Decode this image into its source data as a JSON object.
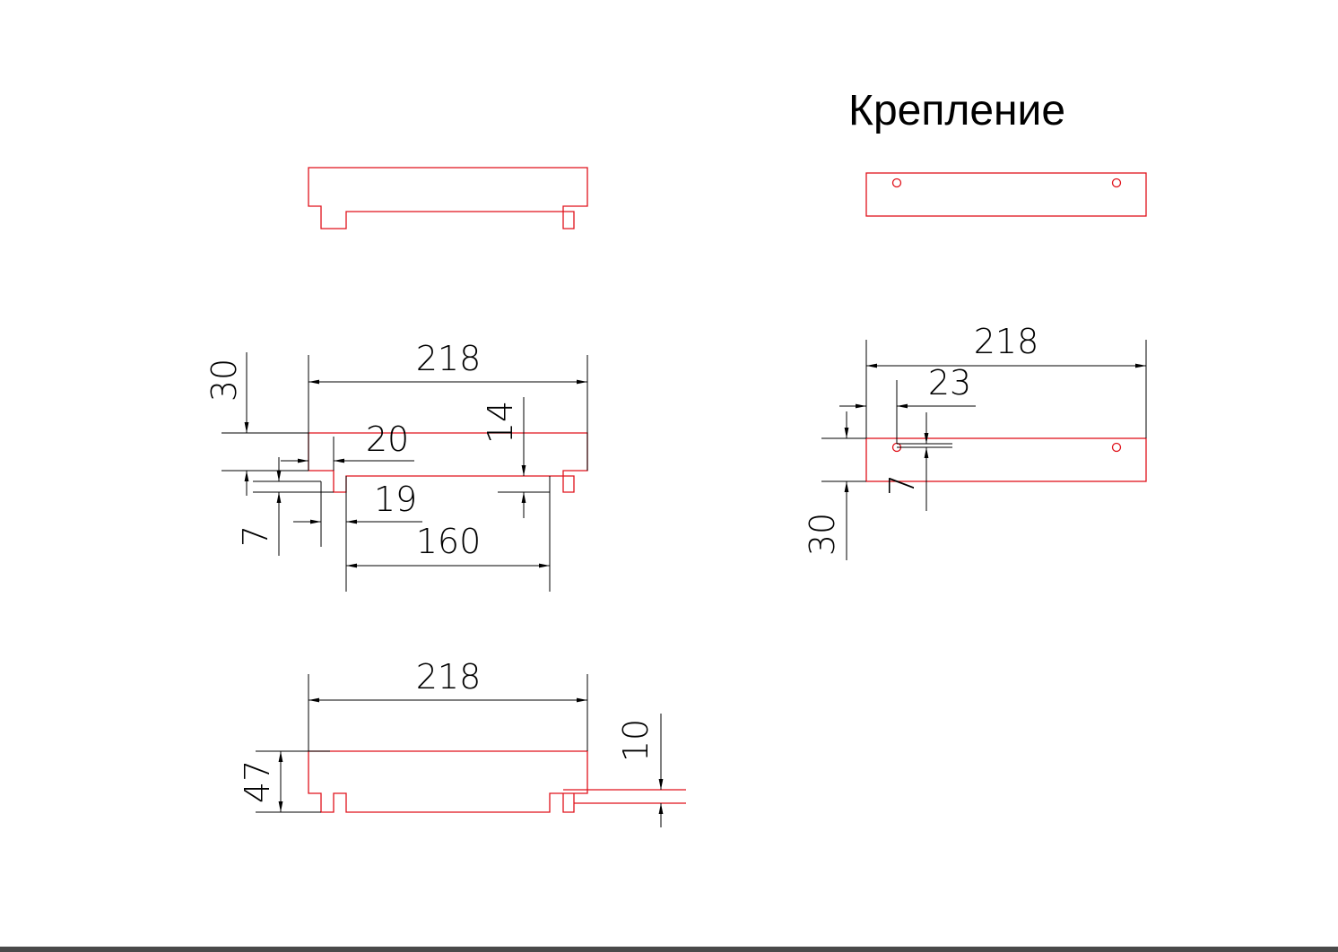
{
  "title": "Крепление",
  "colors": {
    "outline": "#e0121b",
    "dimension": "#000000",
    "background": "#ffffff"
  },
  "views": {
    "top_left": {
      "dims": []
    },
    "mid_left": {
      "dims": {
        "width_total": "218",
        "height_top": "30",
        "slot_depth": "14",
        "offset_20": "20",
        "gap_7": "7",
        "offset_19": "19",
        "inner_160": "160"
      }
    },
    "bottom_left": {
      "dims": {
        "width_total": "218",
        "height_47": "47",
        "thickness_10": "10"
      }
    },
    "top_right": {
      "dims": []
    },
    "mid_right": {
      "dims": {
        "width_total": "218",
        "hole_offset_23": "23",
        "hole_7": "7",
        "height_30": "30"
      }
    }
  }
}
